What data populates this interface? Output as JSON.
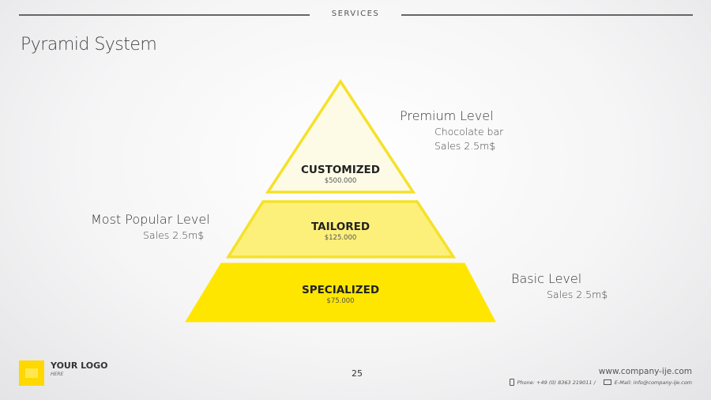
{
  "header": {
    "section": "SERVICES",
    "title": "Pyramid System"
  },
  "pyramid": {
    "tiers": [
      {
        "name": "CUSTOMIZED",
        "price": "$500.000",
        "color": "#fdfbe6",
        "stroke": "#f5e12a"
      },
      {
        "name": "TAILORED",
        "price": "$125.000",
        "color": "#fdf07a",
        "stroke": "#f5e12a"
      },
      {
        "name": "SPECIALIZED",
        "price": "$75.000",
        "color": "#ffe600",
        "stroke": "#ffe600"
      }
    ]
  },
  "annotations": {
    "premium": {
      "title": "Premium Level",
      "line1": "Chocolate bar",
      "line2": "Sales 2.5m$"
    },
    "popular": {
      "title": "Most Popular Level",
      "line1": "Sales 2.5m$"
    },
    "basic": {
      "title": "Basic Level",
      "line1": "Sales 2.5m$"
    }
  },
  "footer": {
    "logo_title": "YOUR LOGO",
    "logo_sub": "HERE",
    "page_number": "25",
    "website": "www.company-ije.com",
    "phone": "Phone: +49 (0) 8363 219011 /",
    "email": "E-Mail: info@company-ije.com"
  }
}
